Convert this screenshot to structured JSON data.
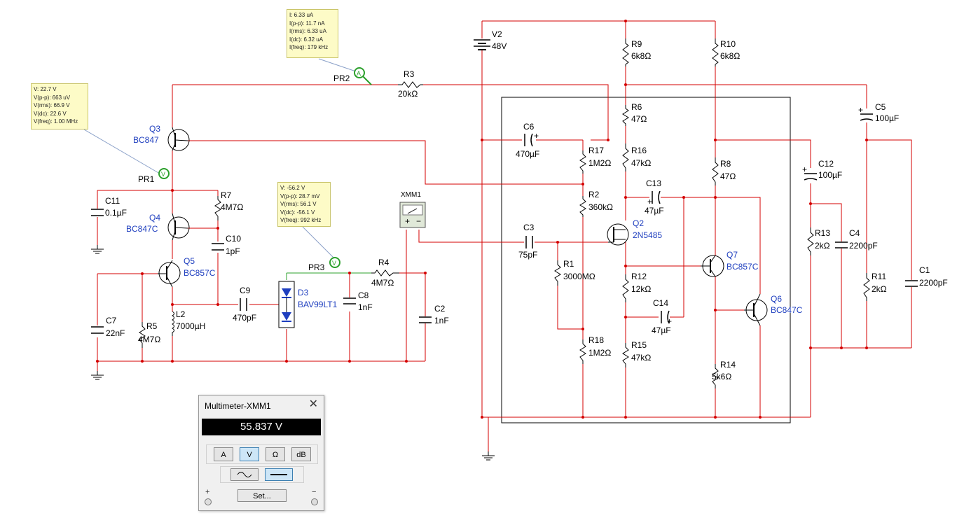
{
  "colors": {
    "wire": "#d40000",
    "probe_wire": "#2ca02c",
    "probe_leader": "#8aa0c8",
    "text_blue": "#1f3fbf",
    "probe_bg": "#fdfbc7",
    "box": "#000000"
  },
  "components": {
    "v2": {
      "ref": "V2",
      "value": "48V"
    },
    "r9": {
      "ref": "R9",
      "value": "6k8Ω"
    },
    "r10": {
      "ref": "R10",
      "value": "6k8Ω"
    },
    "r3": {
      "ref": "R3",
      "value": "20kΩ"
    },
    "c5": {
      "ref": "C5",
      "value": "100µF"
    },
    "r6": {
      "ref": "R6",
      "value": "47Ω"
    },
    "c6": {
      "ref": "C6",
      "value": "470µF"
    },
    "r17": {
      "ref": "R17",
      "value": "1M2Ω"
    },
    "r16": {
      "ref": "R16",
      "value": "47kΩ"
    },
    "r8": {
      "ref": "R8",
      "value": "47Ω"
    },
    "c12": {
      "ref": "C12",
      "value": "100µF"
    },
    "r2": {
      "ref": "R2",
      "value": "360kΩ"
    },
    "c13": {
      "ref": "C13",
      "value": "47µF"
    },
    "q2": {
      "ref": "Q2",
      "value": "2N5485"
    },
    "c3": {
      "ref": "C3",
      "value": "75pF"
    },
    "r13": {
      "ref": "R13",
      "value": "2kΩ"
    },
    "c4": {
      "ref": "C4",
      "value": "2200pF"
    },
    "r1": {
      "ref": "R1",
      "value": "3000MΩ"
    },
    "q7": {
      "ref": "Q7",
      "value": "BC857C"
    },
    "c1": {
      "ref": "C1",
      "value": "2200pF"
    },
    "r12": {
      "ref": "R12",
      "value": "12kΩ"
    },
    "r11": {
      "ref": "R11",
      "value": "2kΩ"
    },
    "c14": {
      "ref": "C14",
      "value": "47µF"
    },
    "q6": {
      "ref": "Q6",
      "value": "BC847C"
    },
    "r18": {
      "ref": "R18",
      "value": "1M2Ω"
    },
    "r15": {
      "ref": "R15",
      "value": "47kΩ"
    },
    "r14": {
      "ref": "R14",
      "value": "5k6Ω"
    },
    "q3": {
      "ref": "Q3",
      "value": "BC847"
    },
    "c11": {
      "ref": "C11",
      "value": "0.1µF"
    },
    "r7": {
      "ref": "R7",
      "value": "4M7Ω"
    },
    "q4": {
      "ref": "Q4",
      "value": "BC847C"
    },
    "c10": {
      "ref": "C10",
      "value": "1pF"
    },
    "q5": {
      "ref": "Q5",
      "value": "BC857C"
    },
    "c9": {
      "ref": "C9",
      "value": "470pF"
    },
    "d3": {
      "ref": "D3",
      "value": "BAV99LT1"
    },
    "r4": {
      "ref": "R4",
      "value": "4M7Ω"
    },
    "c8": {
      "ref": "C8",
      "value": "1nF"
    },
    "c2": {
      "ref": "C2",
      "value": "1nF"
    },
    "c7": {
      "ref": "C7",
      "value": "22nF"
    },
    "r5": {
      "ref": "R5",
      "value": "4M7Ω"
    },
    "l2": {
      "ref": "L2",
      "value": "7000µH"
    },
    "xmm1": {
      "ref": "XMM1"
    }
  },
  "probes": {
    "pr1": {
      "label": "PR1",
      "kind": "V",
      "lines": [
        "V: 22.7 V",
        "V(p-p): 663 uV",
        "V(rms): 66.9 V",
        "V(dc): 22.6 V",
        "V(freq): 1.00 MHz"
      ]
    },
    "pr2": {
      "label": "PR2",
      "kind": "A",
      "lines": [
        "I: 6.33 uA",
        "I(p-p): 11.7 nA",
        "I(rms): 6.33 uA",
        "I(dc): 6.32 uA",
        "I(freq): 179 kHz"
      ]
    },
    "pr3": {
      "label": "PR3",
      "kind": "V",
      "lines": [
        "V: -56.2 V",
        "V(p-p): 28.7 mV",
        "V(rms): 56.1 V",
        "V(dc): -56.1 V",
        "V(freq): 992 kHz"
      ]
    }
  },
  "multimeter": {
    "title": "Multimeter-XMM1",
    "reading": "55.837 V",
    "modes": [
      "A",
      "V",
      "Ω",
      "dB"
    ],
    "active_mode": "V",
    "set_label": "Set...",
    "plus": "+",
    "minus": "−",
    "meter_plus": "+",
    "meter_minus": "−"
  }
}
